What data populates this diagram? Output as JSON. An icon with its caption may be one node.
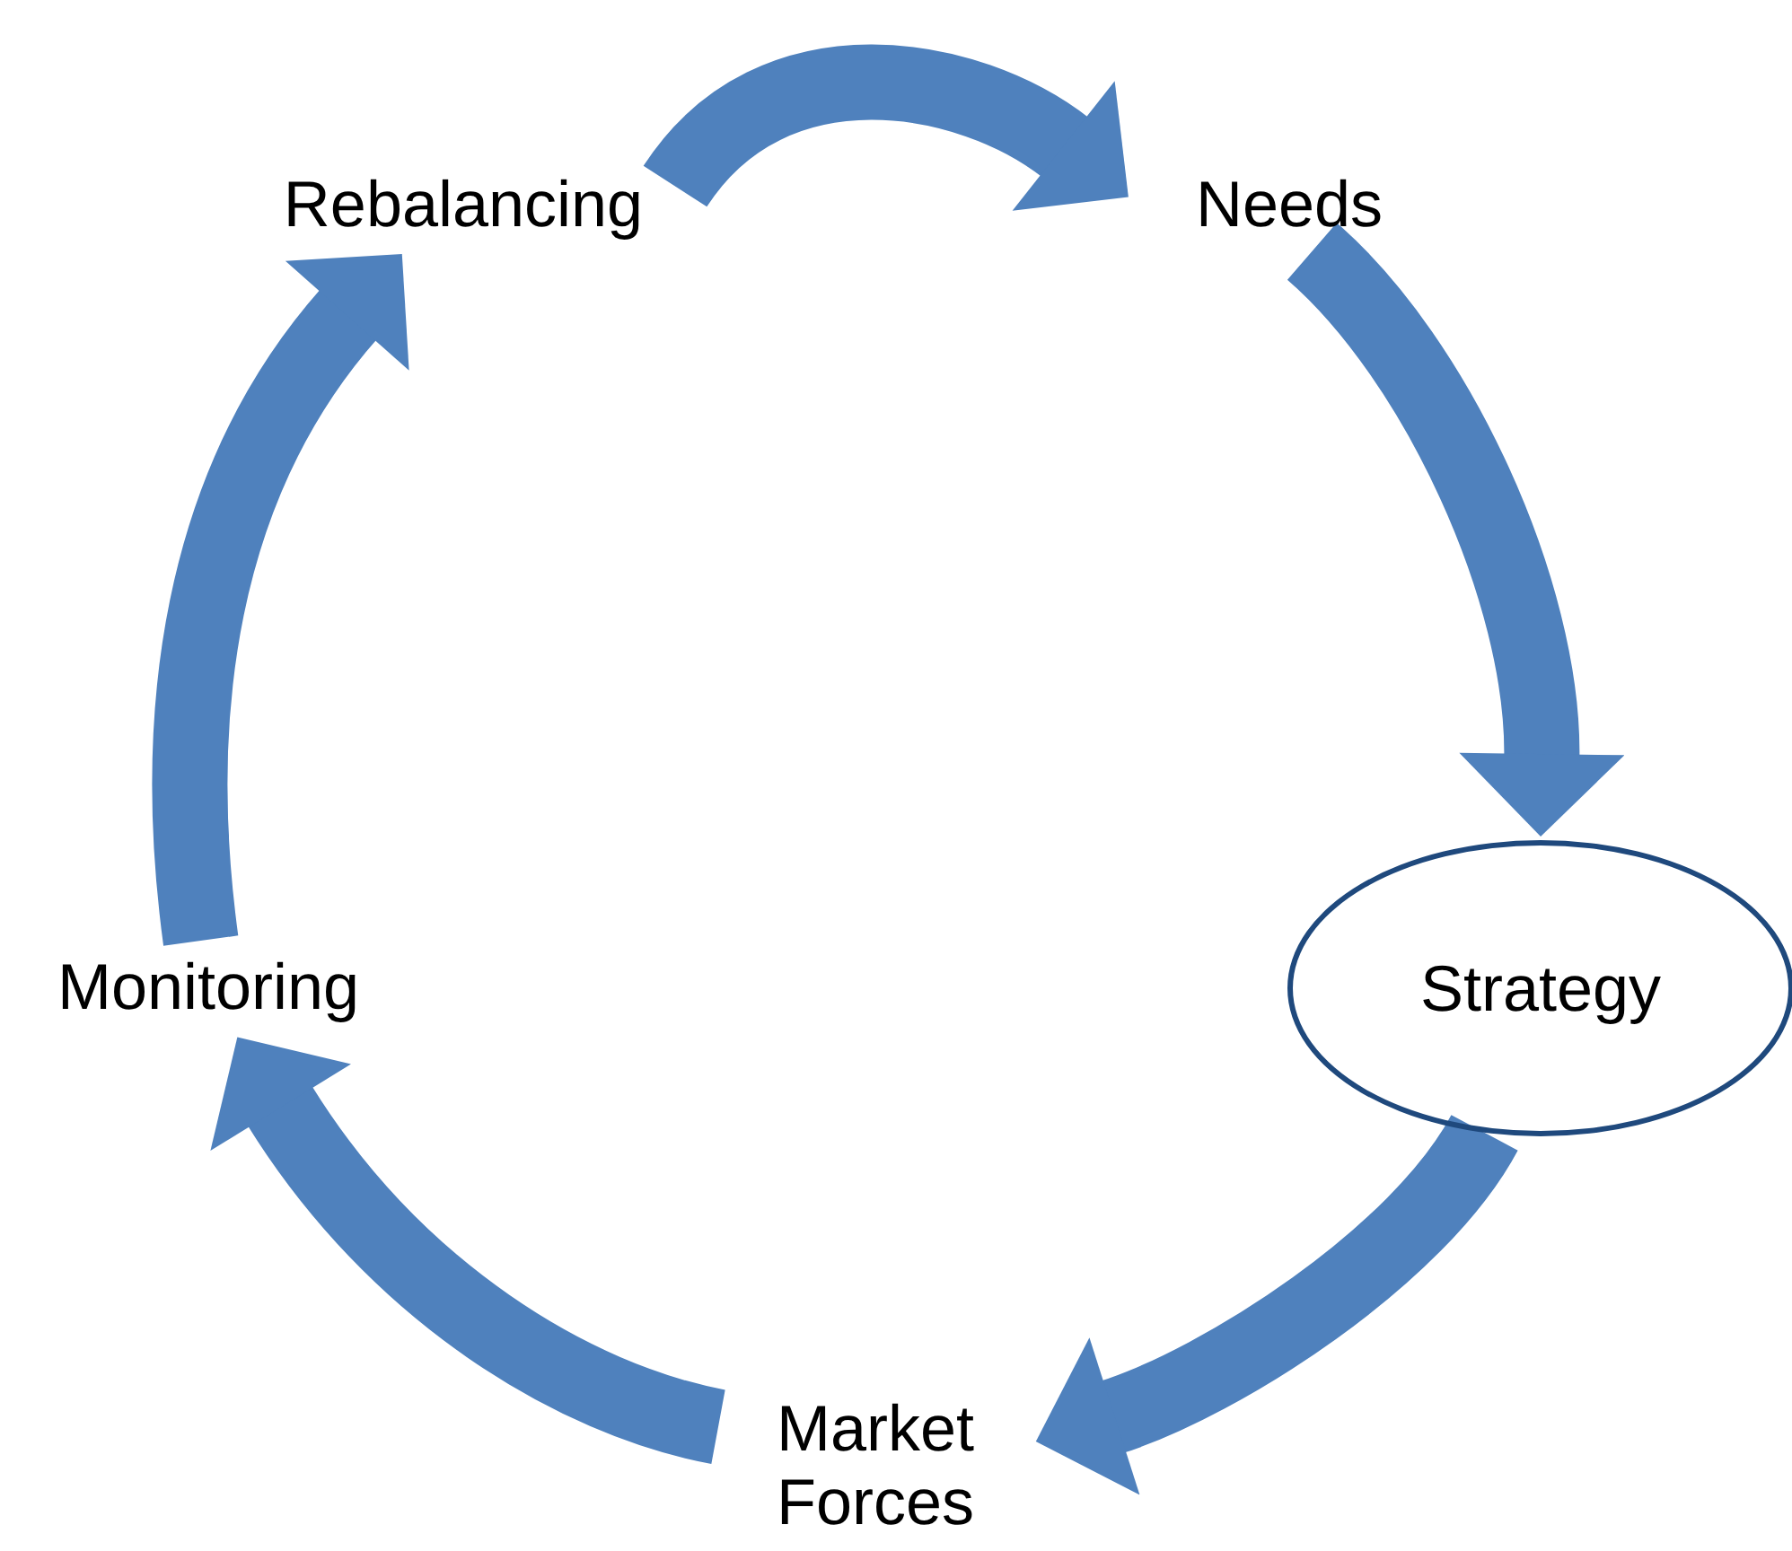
{
  "diagram": {
    "nodes": [
      {
        "text": [
          "Needs"
        ]
      },
      {
        "text": [
          "Strategy"
        ]
      },
      {
        "text": [
          "Market Forces"
        ]
      },
      {
        "text": [
          "Monitoring"
        ]
      },
      {
        "text": [
          "Rebalancing"
        ]
      }
    ],
    "edges": [
      {
        "from": 4,
        "to": 0,
        "arrow": "to"
      },
      {
        "from": 0,
        "to": 1,
        "arrow": "to"
      },
      {
        "from": 1,
        "to": 2,
        "arrow": "to"
      },
      {
        "from": 2,
        "to": 3,
        "arrow": "to"
      },
      {
        "from": 3,
        "to": 4,
        "arrow": "to"
      }
    ]
  }
}
